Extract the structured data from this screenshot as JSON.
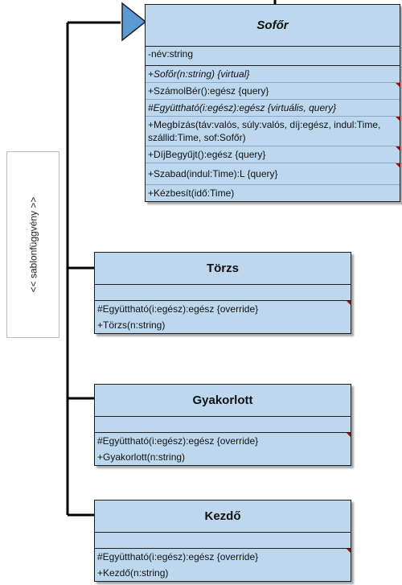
{
  "note": {
    "stereotype": "<< sablonfüggvény >>"
  },
  "classes": {
    "sofor": {
      "name": "Sofőr",
      "attributes": [
        "-név:string"
      ],
      "operations": [
        {
          "text": "+Sofőr(n:string) {virtual}",
          "italic": true,
          "marker": false
        },
        {
          "text": "+SzámolBér():egész {query}",
          "italic": false,
          "marker": true
        },
        {
          "text": "#Együttható(i:egész):egész {virtuális, query}",
          "italic": true,
          "marker": false
        },
        {
          "text": "+Megbízás(táv:valós, súly:valós, díj:egész, indul:Time, szállid:Time, sof:Sofőr)",
          "italic": false,
          "marker": true
        },
        {
          "text": "+DíjBegyűjt():egész {query}",
          "italic": false,
          "marker": true
        },
        {
          "text": "+Szabad(indul:Time):L {query}",
          "italic": false,
          "marker": true
        },
        {
          "text": "+Kézbesít(idő:Time)",
          "italic": false,
          "marker": false
        }
      ]
    },
    "torzs": {
      "name": "Törzs",
      "operations": [
        {
          "text": "#Együttható(i:egész):egész {override}",
          "marker": true
        },
        {
          "text": "+Törzs(n:string)",
          "marker": false
        }
      ]
    },
    "gyakorlott": {
      "name": "Gyakorlott",
      "operations": [
        {
          "text": "#Együttható(i:egész):egész {override}",
          "marker": true
        },
        {
          "text": "+Gyakorlott(n:string)",
          "marker": false
        }
      ]
    },
    "kezdo": {
      "name": "Kezdő",
      "operations": [
        {
          "text": "#Együttható(i:egész):egész {override}",
          "marker": true
        },
        {
          "text": "+Kezdő(n:string)",
          "marker": false
        }
      ]
    }
  },
  "colors": {
    "class_fill": "#bdd7ee",
    "arrow_fill": "#5b9bd5",
    "line": "#000000",
    "marker": "#c00000"
  }
}
